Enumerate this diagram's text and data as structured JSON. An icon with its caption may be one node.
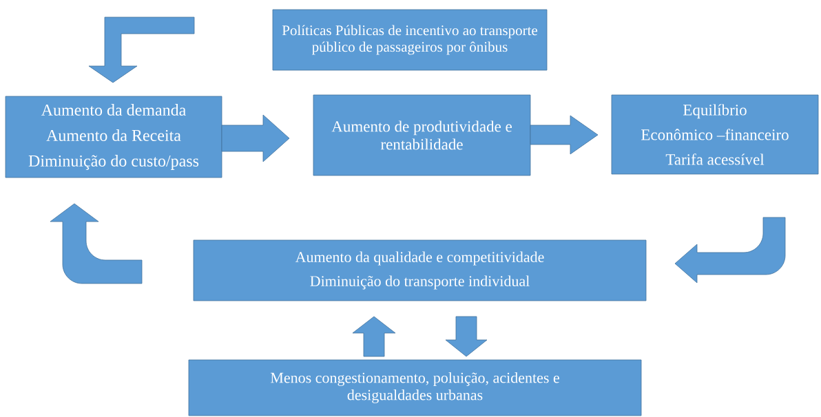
{
  "diagram": {
    "nodes": [
      {
        "text": [
          "Políticas Públicas de incentivo ao transporte público de passageiros por ônibus"
        ]
      },
      {
        "text": [
          "Aumento da demanda",
          "Aumento da Receita",
          "Diminuição do custo/pass"
        ]
      },
      {
        "text": [
          "Aumento de produtividade e rentabilidade"
        ]
      },
      {
        "text": [
          "Equilíbrio",
          "Econômico –financeiro",
          "Tarifa acessível"
        ]
      },
      {
        "text": [
          "Aumento da qualidade e competitividade",
          "Diminuição do transporte individual"
        ]
      },
      {
        "text": [
          "Menos congestionamento, poluição, acidentes e desigualdades urbanas"
        ]
      }
    ],
    "edges": [
      {
        "from": null,
        "to": 1,
        "arrow": "to"
      },
      {
        "from": 1,
        "to": 2,
        "arrow": "to"
      },
      {
        "from": 2,
        "to": 3,
        "arrow": "to"
      },
      {
        "from": 3,
        "to": 4,
        "arrow": "to"
      },
      {
        "from": 4,
        "to": 1,
        "arrow": "to"
      },
      {
        "from": 5,
        "to": 4,
        "arrow": "to"
      },
      {
        "from": 4,
        "to": 5,
        "arrow": "to"
      }
    ]
  }
}
